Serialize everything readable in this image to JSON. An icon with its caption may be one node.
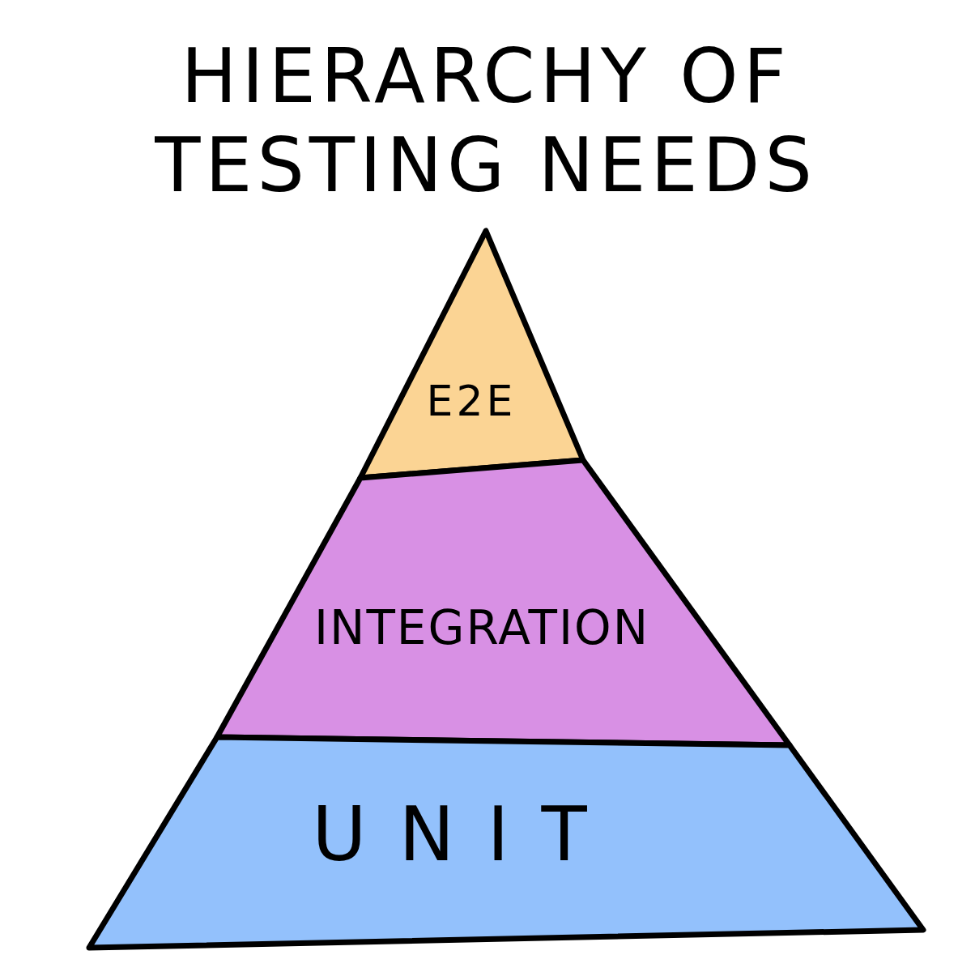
{
  "diagram": {
    "title": "HIERARCHY OF TESTING NEEDS",
    "nodes": [
      {
        "text": [
          "E2E"
        ]
      },
      {
        "text": [
          "INTEGRATION"
        ]
      },
      {
        "text": [
          "UNIT"
        ]
      }
    ]
  }
}
